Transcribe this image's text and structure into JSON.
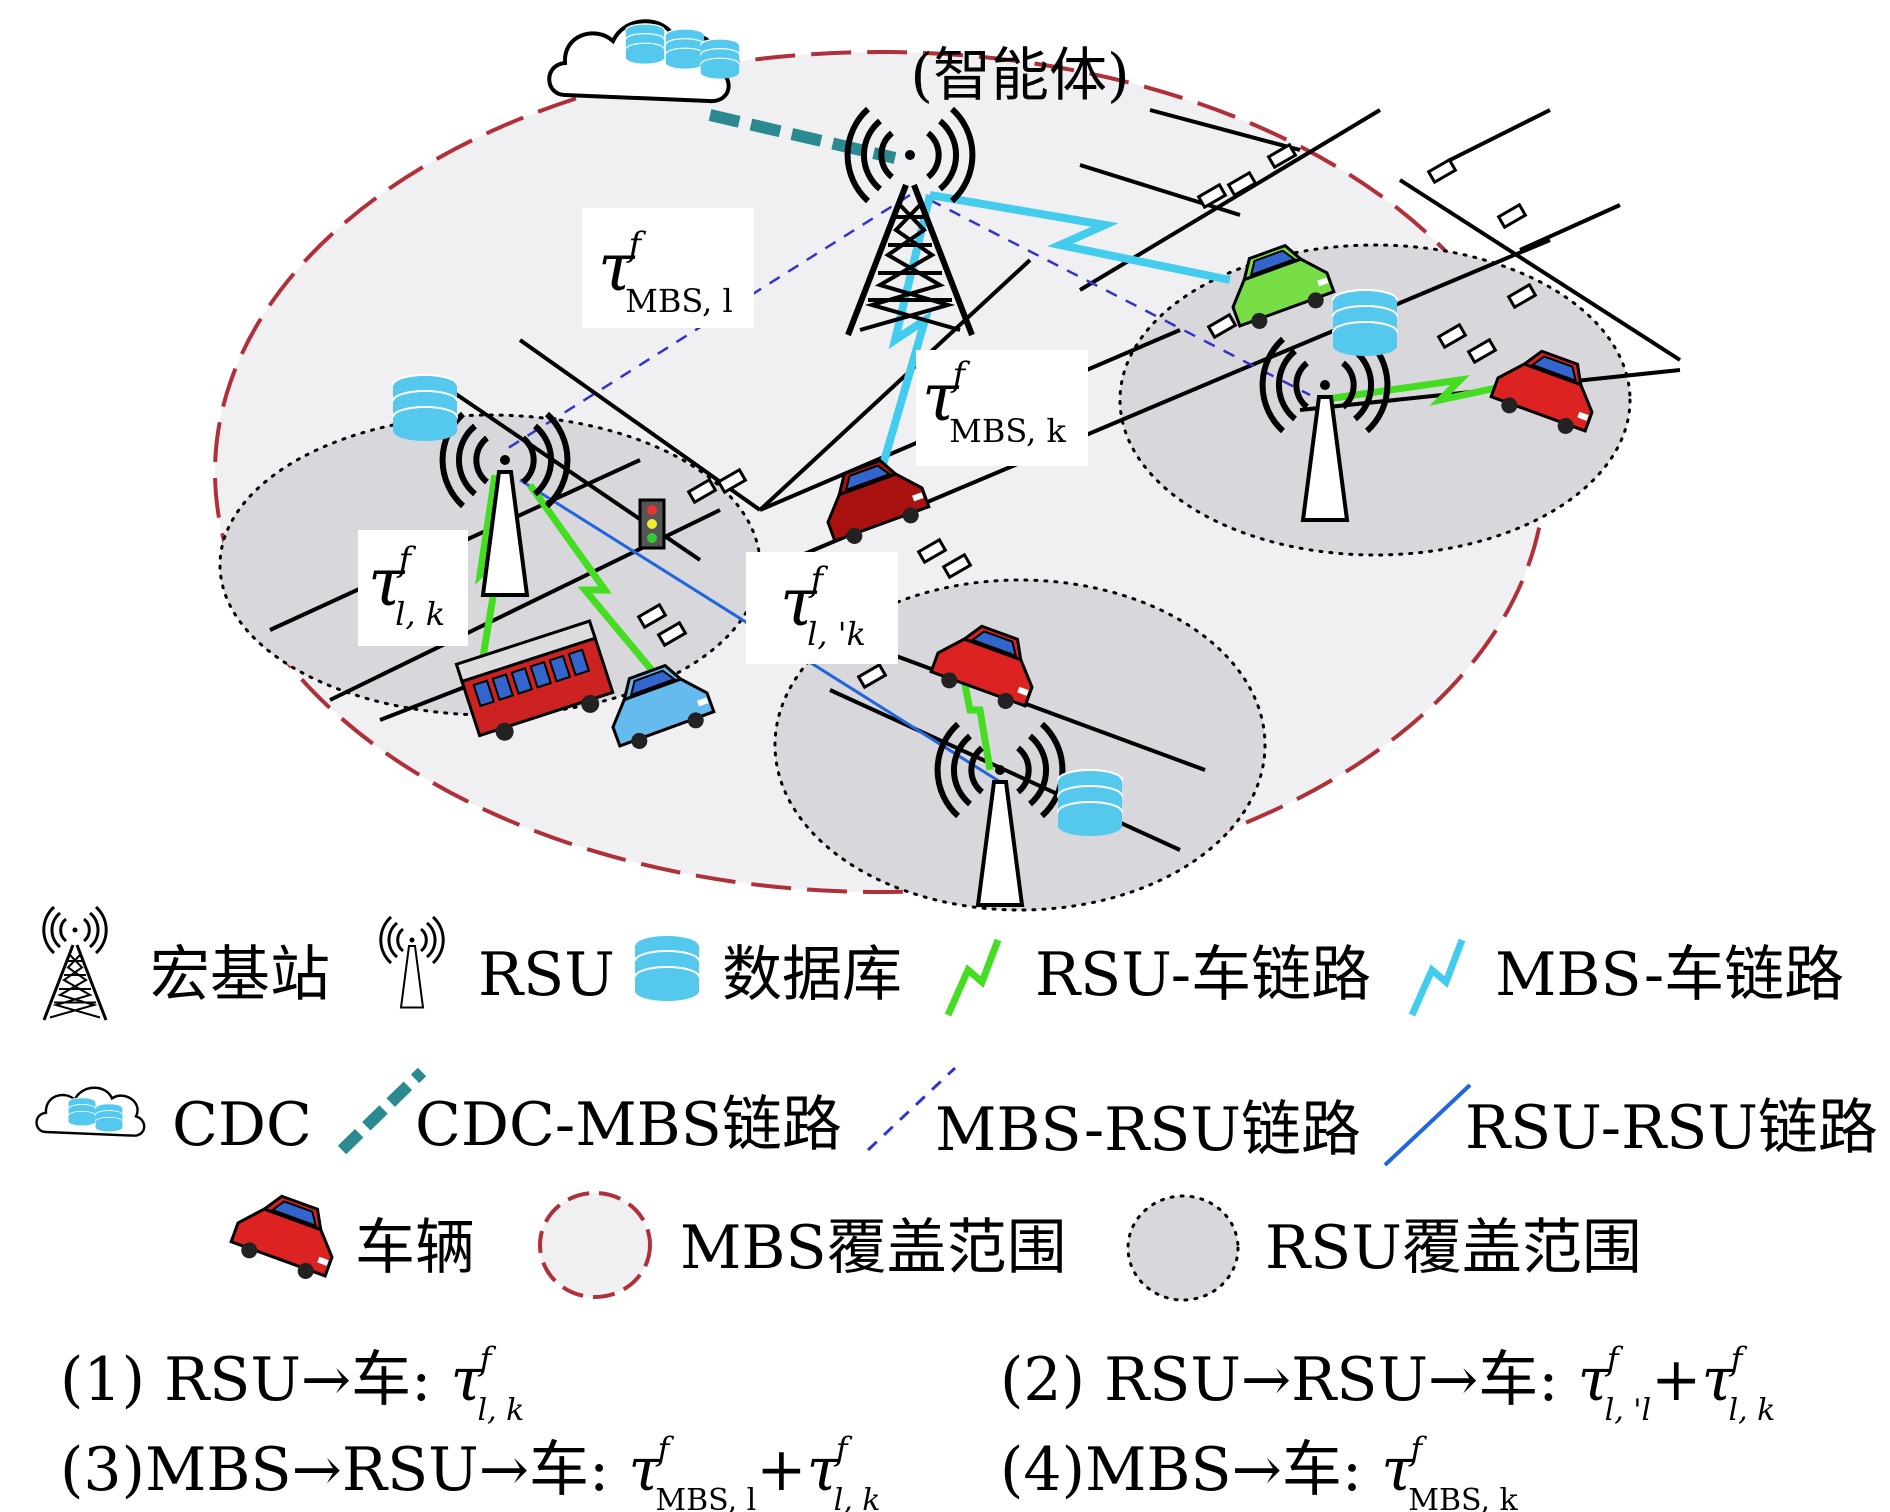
{
  "agent_label": "(智能体)",
  "link_labels": {
    "mbs_rsu": {
      "symbol": "τ",
      "sup": "f",
      "sub": "MBS, l"
    },
    "mbs_vehicle": {
      "symbol": "τ",
      "sup": "f",
      "sub": "MBS, k"
    },
    "rsu_vehicle": {
      "symbol": "τ",
      "sup": "f",
      "sub": "l, k"
    },
    "rsu_rsu": {
      "symbol": "τ",
      "sup": "f",
      "sub": "l, 'k"
    }
  },
  "legend": {
    "row1": [
      "宏基站",
      "RSU",
      "数据库",
      "RSU-车链路",
      "MBS-车链路"
    ],
    "row2": [
      "CDC",
      "CDC-MBS链路",
      "MBS-RSU链路",
      "RSU-RSU链路"
    ],
    "row3": [
      "车辆",
      "MBS覆盖范围",
      "RSU覆盖范围"
    ]
  },
  "formulas": [
    {
      "prefix": "(1) RSU→车: ",
      "terms": [
        {
          "sup": "f",
          "sub": "l, k"
        }
      ]
    },
    {
      "prefix": "(2) RSU→RSU→车: ",
      "terms": [
        {
          "sup": "f",
          "sub": "l, 'l"
        },
        {
          "sup": "f",
          "sub": "l, k"
        }
      ]
    },
    {
      "prefix": "(3)MBS→RSU→车: ",
      "terms": [
        {
          "sup": "f",
          "sub": "MBS, l"
        },
        {
          "sup": "f",
          "sub": "l, k"
        }
      ]
    },
    {
      "prefix": "(4)MBS→车: ",
      "terms": [
        {
          "sup": "f",
          "sub": "MBS, k"
        }
      ]
    }
  ],
  "colors": {
    "mbs_coverage_border": "#b0303a",
    "coverage_fill": "#f0f0f2",
    "rsu_coverage_fill": "#d8d8dc",
    "rsu_vehicle_link": "#44dd22",
    "mbs_vehicle_link": "#44ccee",
    "cdc_mbs_link": "#2a8a90",
    "mbs_rsu_link": "#3333cc",
    "rsu_rsu_link": "#2266dd",
    "database": "#55c8ee",
    "vehicle_red": "#dd2222",
    "vehicle_blue": "#3366cc",
    "vehicle_green": "#77dd44",
    "vehicle_lightblue": "#66bbee"
  }
}
